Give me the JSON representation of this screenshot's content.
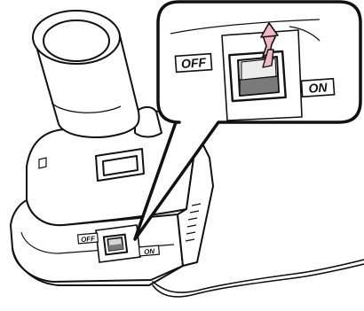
{
  "labels": {
    "off_small": "OFF",
    "on_small": "ON",
    "off_zoom": "OFF",
    "on_zoom": "ON"
  },
  "colors": {
    "line": "#111111",
    "fill": "#ffffff",
    "switch_face": "#d6d6d6",
    "switch_shadow": "#7a7a7a",
    "arrow": "#f0b8c6"
  },
  "icons": {
    "press_direction": "arrow-up-icon",
    "rocker": "rocker-switch-icon"
  }
}
